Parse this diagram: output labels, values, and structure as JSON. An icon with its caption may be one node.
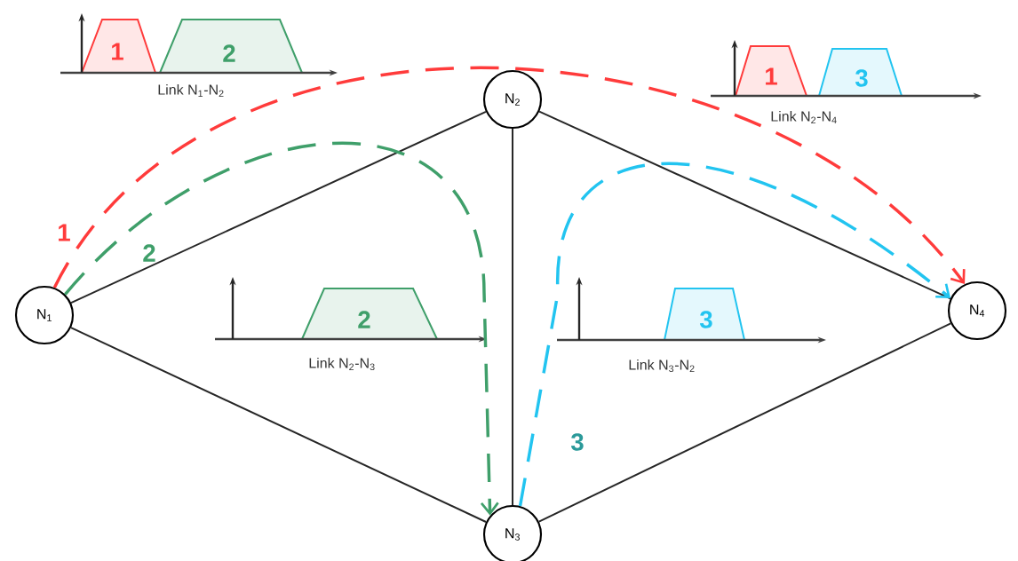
{
  "diagram": {
    "nodes": [
      {
        "text": [
          "N$_{1}$"
        ]
      },
      {
        "text": [
          "N$_{2}$"
        ]
      },
      {
        "text": [
          "N$_{3}$"
        ]
      },
      {
        "text": [
          "N$_{4}$"
        ]
      }
    ],
    "edges": [
      {
        "from": 0,
        "to": 1,
        "arrow": "none"
      },
      {
        "from": 0,
        "to": 2,
        "arrow": "none"
      },
      {
        "from": 1,
        "to": 2,
        "arrow": "none"
      },
      {
        "from": 1,
        "to": 3,
        "arrow": "none"
      },
      {
        "from": 2,
        "to": 3,
        "arrow": "none"
      },
      {
        "from": 0,
        "to": 3,
        "arrow": "to",
        "label": "1",
        "style": "dashed",
        "color": "#ff3b3b"
      },
      {
        "from": 0,
        "to": 2,
        "arrow": "to",
        "label": "2",
        "style": "dashed",
        "color": "#3f9f6a"
      },
      {
        "from": 2,
        "to": 3,
        "arrow": "to",
        "label": "3",
        "style": "dashed",
        "color": "#22c4f0"
      }
    ],
    "labels": [
      "1",
      "2",
      "Link N$_{1}$-N$_{2}$",
      "1",
      "3",
      "Link N$_{2}$-N$_{4}$",
      "2",
      "Link N$_{2}$-N$_{3}$",
      "3",
      "Link N$_{3}$-N$_{2}$"
    ]
  }
}
